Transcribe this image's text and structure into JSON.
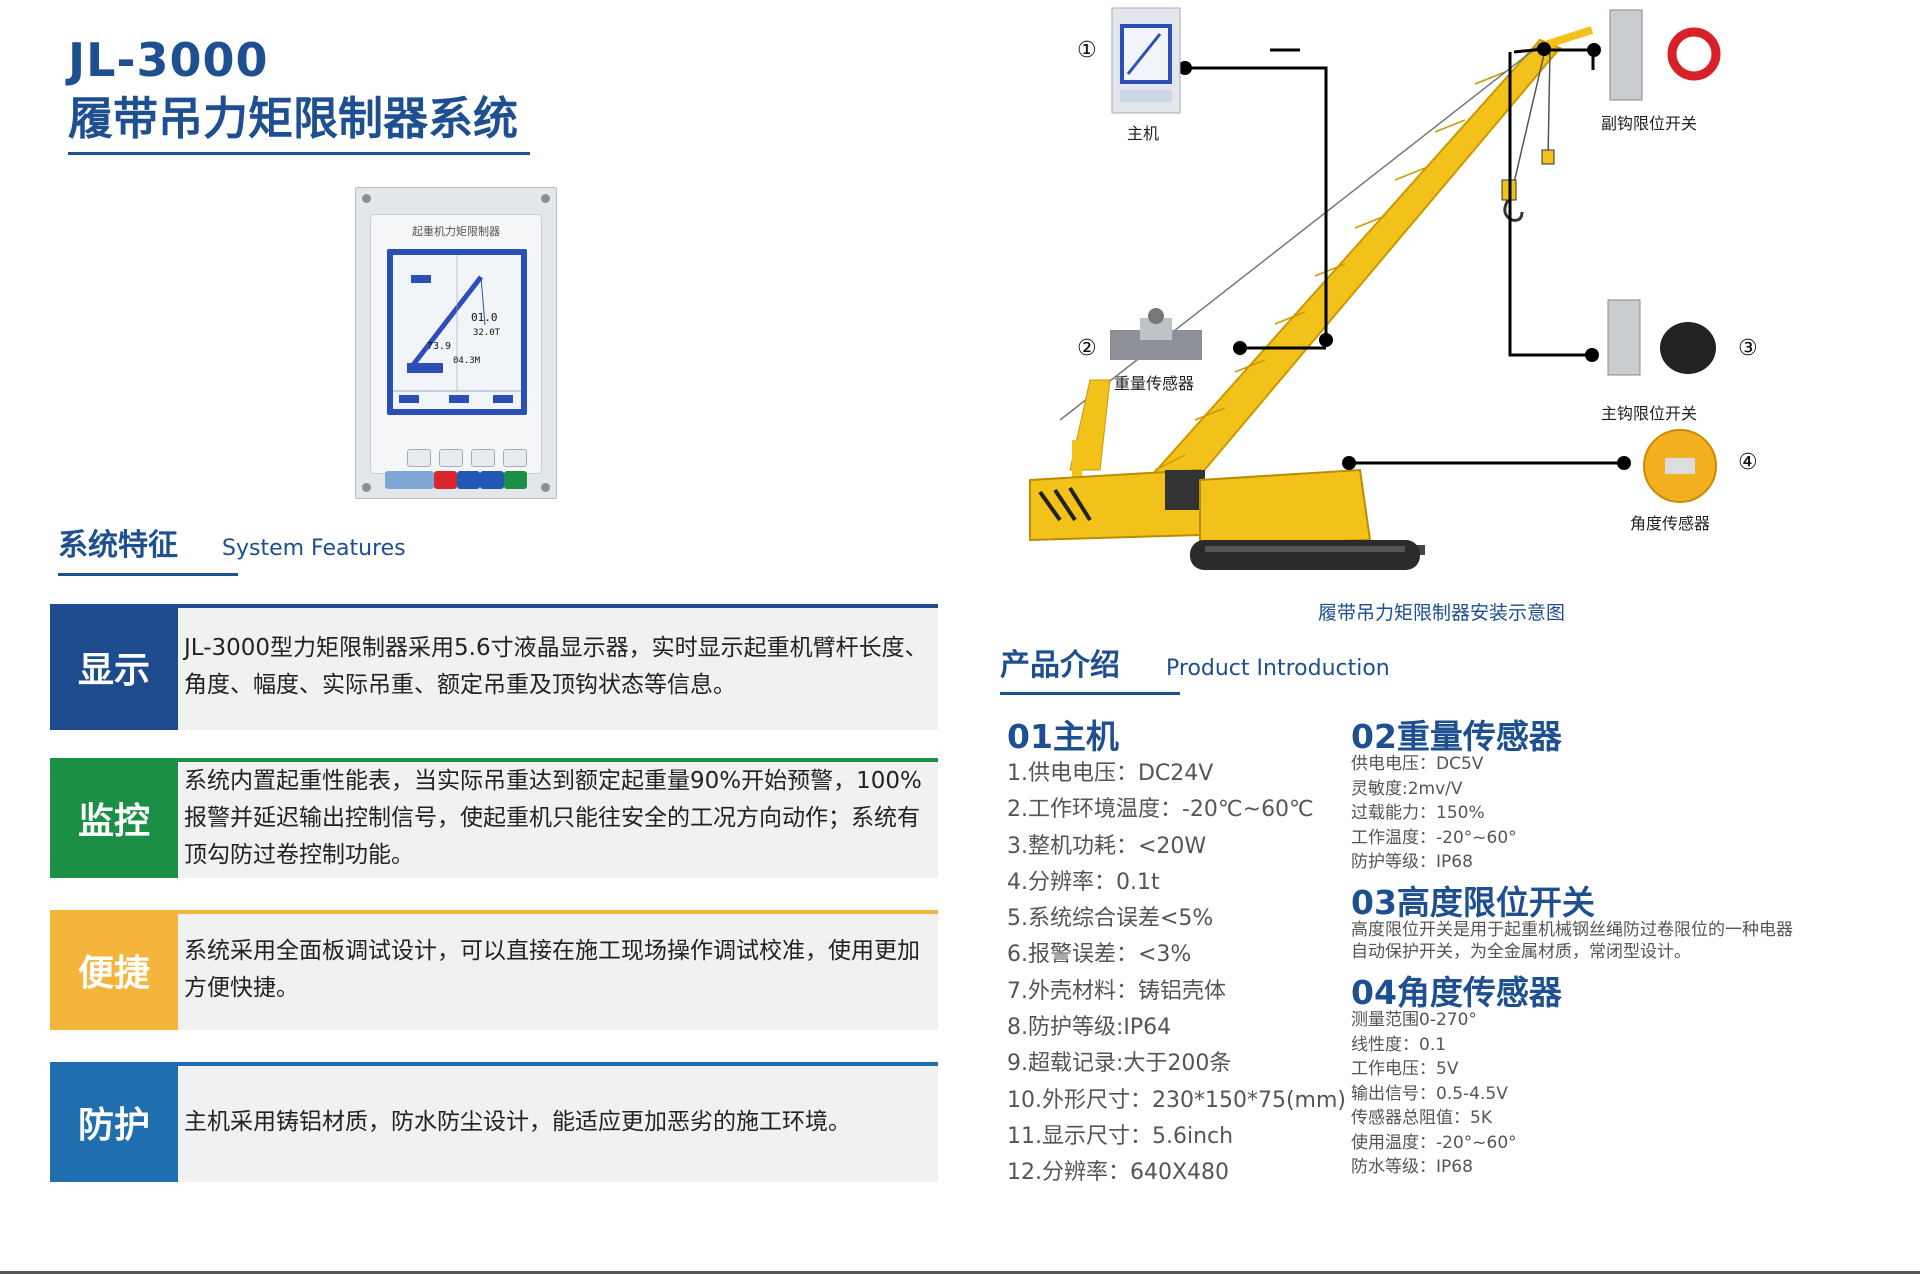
{
  "title": {
    "model": "JL-3000",
    "name": "履带吊力矩限制器系统"
  },
  "device": {
    "panel_title": "起重机力矩限制器",
    "lcd_values": [
      "01.0",
      "32.0T",
      "73.9",
      "04.3M"
    ]
  },
  "features_heading": {
    "cn": "系统特征",
    "en": "System Features"
  },
  "features": [
    {
      "tag": "显示",
      "color": "#1e4a8e",
      "line_color": "#1e4a8e",
      "text": "JL-3000型力矩限制器采用5.6寸液晶显示器，实时显示起重机臂杆长度、角度、幅度、实际吊重、额定吊重及顶钩状态等信息。"
    },
    {
      "tag": "监控",
      "color": "#1a8f45",
      "line_color": "#1a8f45",
      "text": "系统内置起重性能表，当实际吊重达到额定起重量90%开始预警，100%报警并延迟输出控制信号，使起重机只能往安全的工况方向动作；系统有顶勾防过卷控制功能。"
    },
    {
      "tag": "便捷",
      "color": "#f5b53c",
      "line_color": "#f5b53c",
      "text": "系统采用全面板调试设计，可以直接在施工现场操作调试校准，使用更加方便快捷。"
    },
    {
      "tag": "防护",
      "color": "#1f6fb0",
      "line_color": "#1f6fb0",
      "text": "主机采用铸铝材质，防水防尘设计，能适应更加恶劣的施工环境。"
    }
  ],
  "diagram": {
    "caption": "履带吊力矩限制器安装示意图",
    "labels": {
      "host": "主机",
      "weight_sensor": "重量传感器",
      "aux_hook": "副钩限位开关",
      "main_hook": "主钩限位开关",
      "angle_sensor": "角度传感器"
    },
    "numbers": [
      "①",
      "②",
      "③",
      "④"
    ]
  },
  "product_heading": {
    "cn": "产品介绍",
    "en": "Product Introduction"
  },
  "host": {
    "title": "01主机",
    "specs": [
      "1.供电电压：DC24V",
      "2.工作环境温度：-20℃~60℃",
      "3.整机功耗：<20W",
      "4.分辨率：0.1t",
      "5.系统综合误差<5%",
      "6.报警误差：<3%",
      "7.外壳材料：铸铝壳体",
      "8.防护等级:IP64",
      "9.超载记录:大于200条",
      "10.外形尺寸：230*150*75(mm)",
      "11.显示尺寸：5.6inch",
      "12.分辨率：640X480"
    ]
  },
  "weight_sensor": {
    "title": "02重量传感器",
    "specs": [
      "供电电压：DC5V",
      "灵敏度:2mv/V",
      "过载能力：150%",
      "工作温度：-20°~60°",
      "防护等级：IP68"
    ]
  },
  "height_switch": {
    "title": "03高度限位开关",
    "text": "高度限位开关是用于起重机械钢丝绳防过卷限位的一种电器自动保护开关，为全金属材质，常闭型设计。"
  },
  "angle_sensor": {
    "title": "04角度传感器",
    "specs": [
      "测量范围0-270°",
      "线性度：0.1",
      "工作电压：5V",
      "输出信号：0.5-4.5V",
      "传感器总阻值：5K",
      "使用温度：-20°~60°",
      "防水等级：IP68"
    ]
  }
}
